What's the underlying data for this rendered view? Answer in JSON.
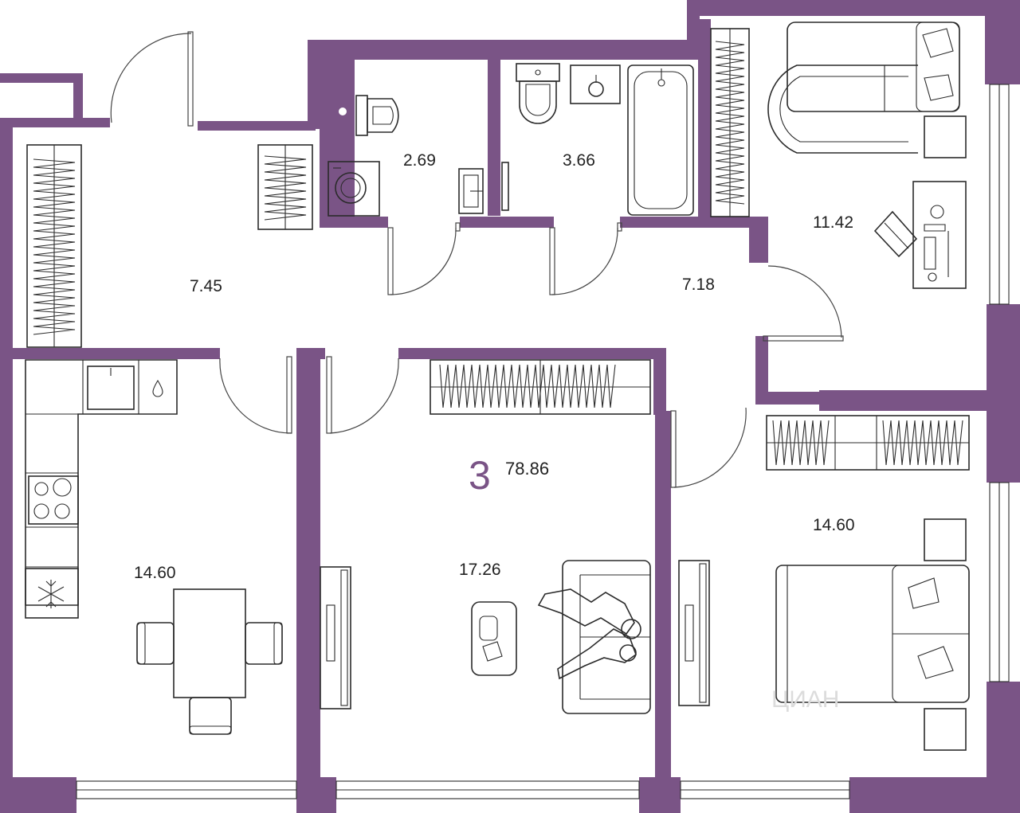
{
  "colors": {
    "wall": "#7a5486",
    "line": "#2b2b2b",
    "text": "#222222",
    "accent": "#7a5486",
    "watermark": "#dcdcdc"
  },
  "plan": {
    "rooms_count": "3",
    "total_area": "78.86",
    "watermark": "ЦИАН"
  },
  "rooms": [
    {
      "id": "hall",
      "area": "7.45"
    },
    {
      "id": "wc",
      "area": "2.69"
    },
    {
      "id": "bathroom",
      "area": "3.66"
    },
    {
      "id": "corridor",
      "area": "7.18"
    },
    {
      "id": "bedroom-top-right",
      "area": "11.42"
    },
    {
      "id": "kitchen",
      "area": "14.60"
    },
    {
      "id": "living-room",
      "area": "17.26"
    },
    {
      "id": "bedroom-bottom-right",
      "area": "14.60"
    }
  ],
  "icons": [
    "washing-machine-icon",
    "toilet-icon",
    "sink-icon",
    "bathtub-icon",
    "bed-icon",
    "desk-icon",
    "chair-icon",
    "wardrobe-icon",
    "stove-icon",
    "fridge-icon",
    "dining-table-icon",
    "sofa-icon",
    "tv-icon",
    "coffee-table-icon",
    "people-icon",
    "nightstand-icon",
    "door-icon",
    "window-icon"
  ]
}
